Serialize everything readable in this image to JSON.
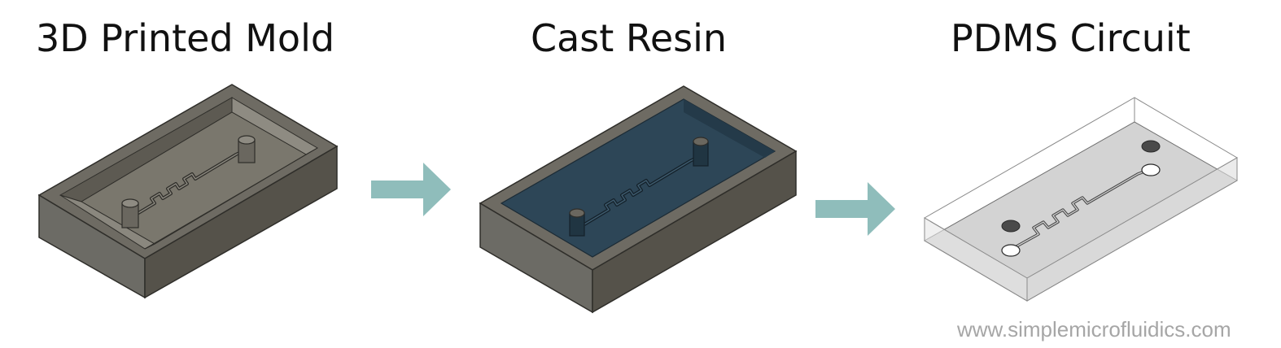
{
  "stages": [
    {
      "title": "3D Printed Mold"
    },
    {
      "title": "Cast Resin"
    },
    {
      "title": "PDMS Circuit"
    }
  ],
  "watermark": "www.simplemicrofluidics.com",
  "colors": {
    "mold_top": "#6e6b63",
    "mold_side_left": "#6c6b65",
    "mold_side_right": "#55524a",
    "mold_floor": "#7a776d",
    "resin": "#2d4657",
    "pdms": "#d3d3d3",
    "arrow": "#8fbdbb"
  },
  "icons": [
    "arrow-right-icon",
    "arrow-right-icon"
  ]
}
